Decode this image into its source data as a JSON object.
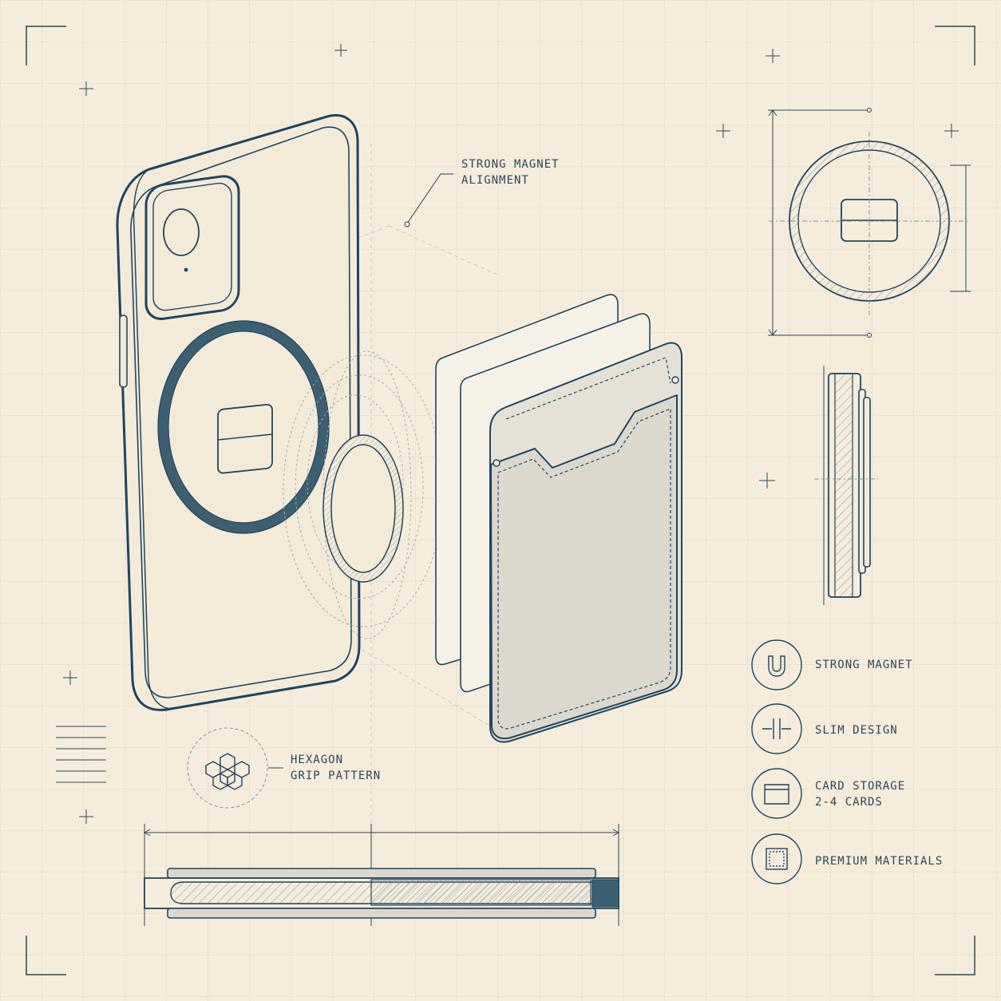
{
  "callouts": {
    "magnet_alignment": [
      "STRONG MAGNET",
      "ALIGNMENT"
    ],
    "hexagon": [
      "HEXAGON",
      "GRIP PATTERN"
    ]
  },
  "features": [
    {
      "icon": "magnet-icon",
      "lines": [
        "STRONG MAGNET"
      ]
    },
    {
      "icon": "slim-design-icon",
      "lines": [
        "SLIM DESIGN"
      ]
    },
    {
      "icon": "card-icon",
      "lines": [
        "CARD STORAGE",
        "2-4 CARDS"
      ]
    },
    {
      "icon": "premium-materials-icon",
      "lines": [
        "PREMIUM MATERIALS"
      ]
    }
  ],
  "colors": {
    "background": "#f6ecdb",
    "ink": "#1f4560",
    "ink_light": "#9fb0b7",
    "grid": "#e3d9c6",
    "fill": "#e6e1d6"
  }
}
